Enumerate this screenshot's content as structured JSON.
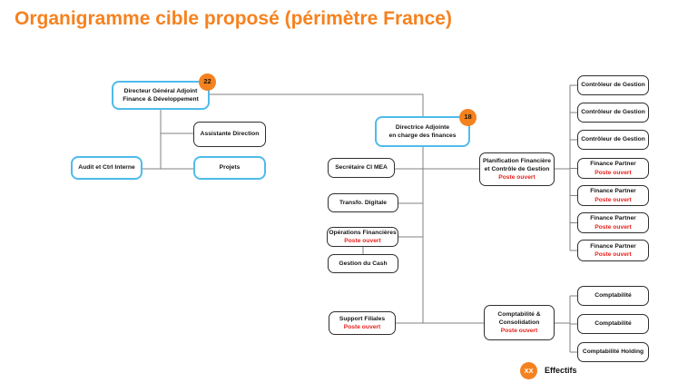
{
  "title": "Organigramme cible proposé (périmètre France)",
  "legend": {
    "badge": "XX",
    "label": "Effectifs"
  },
  "colors": {
    "accent_orange": "#F5821F",
    "node_blue_border": "#4FBBEB",
    "open_position_red": "#E8211D",
    "connector_gray": "#808080"
  },
  "nodes": {
    "dga": {
      "line1": "Directeur Général Adjoint",
      "line2": "Finance & Développement",
      "badge": "22"
    },
    "assistante": {
      "line1": "Assistante Direction"
    },
    "audit": {
      "line1": "Audit et Ctrl Interne"
    },
    "projets": {
      "line1": "Projets"
    },
    "directrice": {
      "line1": "Directrice Adjointe",
      "line2": "en charge des finances",
      "badge": "18"
    },
    "secretaire": {
      "line1": "Secrétaire CI MEA"
    },
    "transfo": {
      "line1": "Transfo. Digitale"
    },
    "operations": {
      "line1": "Opérations Financières",
      "open": "Poste ouvert"
    },
    "gestion_cash": {
      "line1": "Gestion du Cash"
    },
    "support_filiales": {
      "line1": "Support Filiales",
      "open": "Poste ouvert"
    },
    "planification": {
      "line1": "Planification Financière",
      "line2": "et Contrôle de Gestion",
      "open": "Poste ouvert"
    },
    "compta_conso": {
      "line1": "Comptabilité &",
      "line2": "Consolidation",
      "open": "Poste ouvert"
    },
    "cdg1": {
      "line1": "Contrôleur de Gestion"
    },
    "cdg2": {
      "line1": "Contrôleur de Gestion"
    },
    "cdg3": {
      "line1": "Contrôleur de Gestion"
    },
    "fp1": {
      "line1": "Finance Partner",
      "open": "Poste ouvert"
    },
    "fp2": {
      "line1": "Finance Partner",
      "open": "Poste ouvert"
    },
    "fp3": {
      "line1": "Finance Partner",
      "open": "Poste ouvert"
    },
    "fp4": {
      "line1": "Finance Partner",
      "open": "Poste ouvert"
    },
    "compta1": {
      "line1": "Comptabilité"
    },
    "compta2": {
      "line1": "Comptabilité"
    },
    "compta_holding": {
      "line1": "Comptabilité Holding"
    }
  }
}
